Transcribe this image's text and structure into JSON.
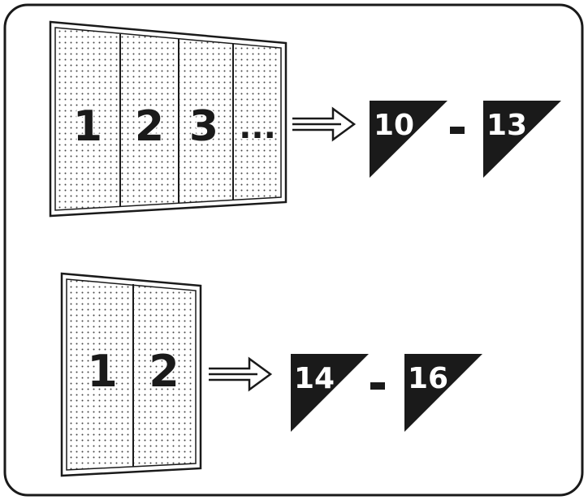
{
  "diagrams": [
    {
      "panels": [
        "1",
        "2",
        "3",
        "..."
      ],
      "range_start": "10",
      "range_end": "13"
    },
    {
      "panels": [
        "1",
        "2"
      ],
      "range_start": "14",
      "range_end": "16"
    }
  ],
  "colors": {
    "ink": "#1a1a1a",
    "paper": "#ffffff",
    "badge": "#1a1a1a"
  },
  "icons": [
    "hollow-arrow-right-icon",
    "dash-icon",
    "triangle-badge-icon"
  ]
}
